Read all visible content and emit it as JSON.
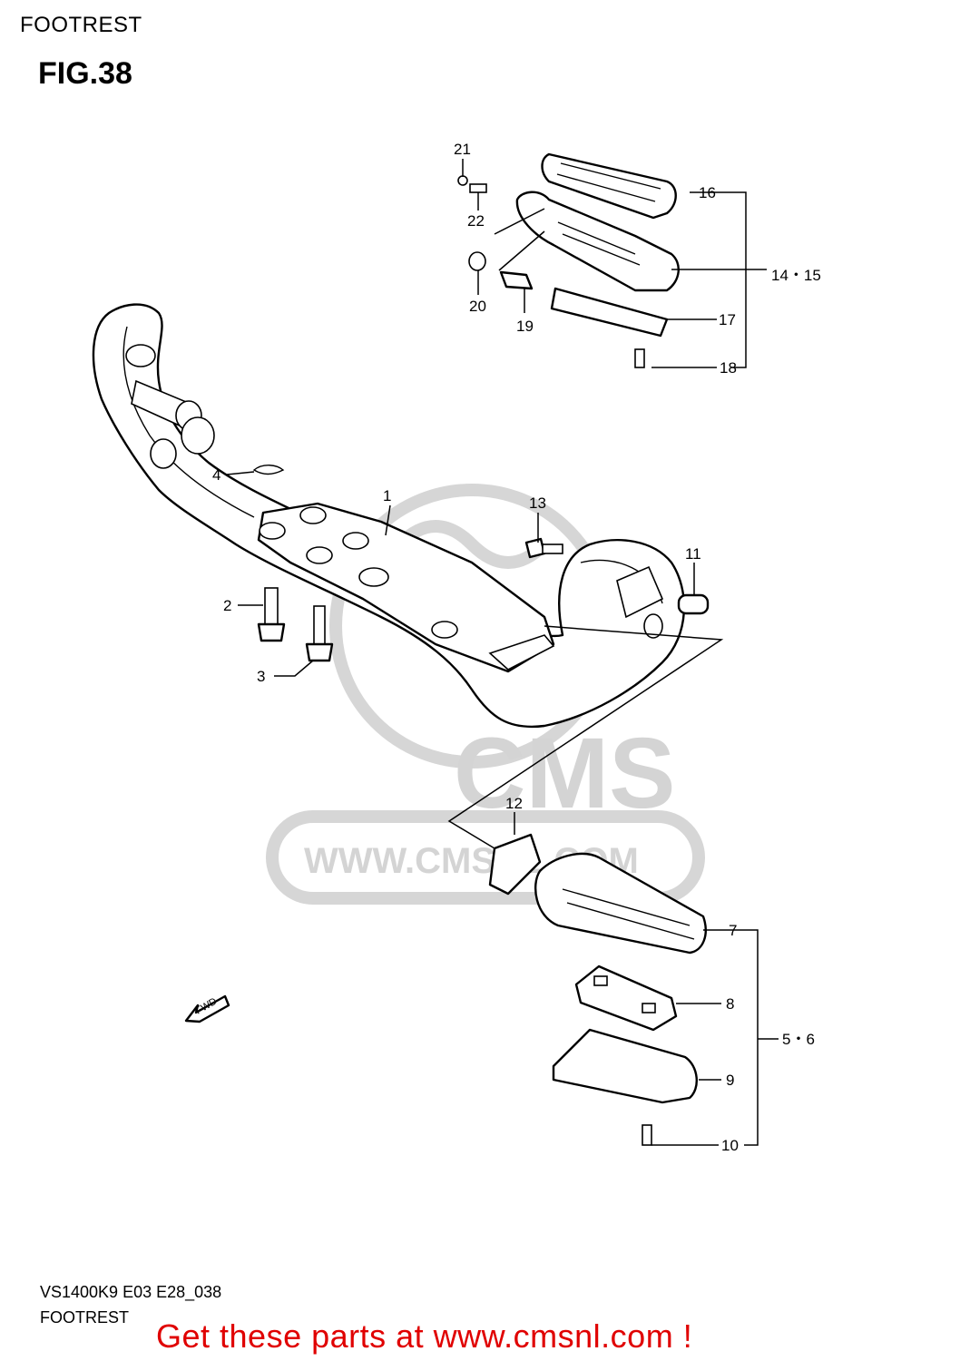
{
  "header": {
    "title": "FOOTREST",
    "figure": "FIG.38"
  },
  "watermark": {
    "logo_text": "CMS",
    "url_text": "WWW.CMSNL.COM"
  },
  "callouts": [
    {
      "id": "c1",
      "label": "1"
    },
    {
      "id": "c2",
      "label": "2"
    },
    {
      "id": "c3",
      "label": "3"
    },
    {
      "id": "c4",
      "label": "4"
    },
    {
      "id": "c56",
      "label": "5・6"
    },
    {
      "id": "c7",
      "label": "7"
    },
    {
      "id": "c8",
      "label": "8"
    },
    {
      "id": "c9",
      "label": "9"
    },
    {
      "id": "c10",
      "label": "10"
    },
    {
      "id": "c11",
      "label": "11"
    },
    {
      "id": "c12",
      "label": "12"
    },
    {
      "id": "c13",
      "label": "13"
    },
    {
      "id": "c1415",
      "label": "14・15"
    },
    {
      "id": "c16",
      "label": "16"
    },
    {
      "id": "c17",
      "label": "17"
    },
    {
      "id": "c18",
      "label": "18"
    },
    {
      "id": "c19",
      "label": "19"
    },
    {
      "id": "c20",
      "label": "20"
    },
    {
      "id": "c21",
      "label": "21"
    },
    {
      "id": "c22",
      "label": "22"
    }
  ],
  "fwd_arrow": {
    "label": "FWD"
  },
  "footer": {
    "model_code": "VS1400K9 E03 E28_038",
    "name": "FOOTREST",
    "promo": "Get these parts at www.cmsnl.com !"
  },
  "colors": {
    "promo": "#e00000",
    "line": "#000000",
    "watermark": "#d4d4d4"
  }
}
